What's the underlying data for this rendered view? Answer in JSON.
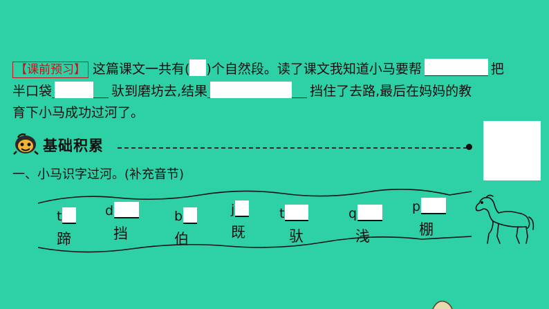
{
  "preview": {
    "tag": "【课前预习】",
    "line1_a": "这篇课文一共有(",
    "line1_b": ")个自然段。读了课文我知道小马要帮",
    "line1_c": "把",
    "line2_a": "半口袋",
    "line2_b": "驮到磨坊去,结果",
    "line2_c": "挡住了去路,最后在妈妈的教",
    "line3": "育下小马成功过河了。"
  },
  "section": {
    "title": "基础积累"
  },
  "question1": {
    "title": "一、小马识字过河。(补充音节)"
  },
  "items": [
    {
      "initial": "t",
      "char": "蹄"
    },
    {
      "initial": "d",
      "char": "挡"
    },
    {
      "initial": "b",
      "char": "伯"
    },
    {
      "initial": "j",
      "char": "既"
    },
    {
      "initial": "t",
      "char": "驮"
    },
    {
      "initial": "q",
      "char": "浅"
    },
    {
      "initial": "p",
      "char": "棚"
    }
  ],
  "colors": {
    "background": "#2ED0A6",
    "tag_red": "#c0151a"
  },
  "icons": [
    "mascot-icon",
    "horse-icon"
  ]
}
